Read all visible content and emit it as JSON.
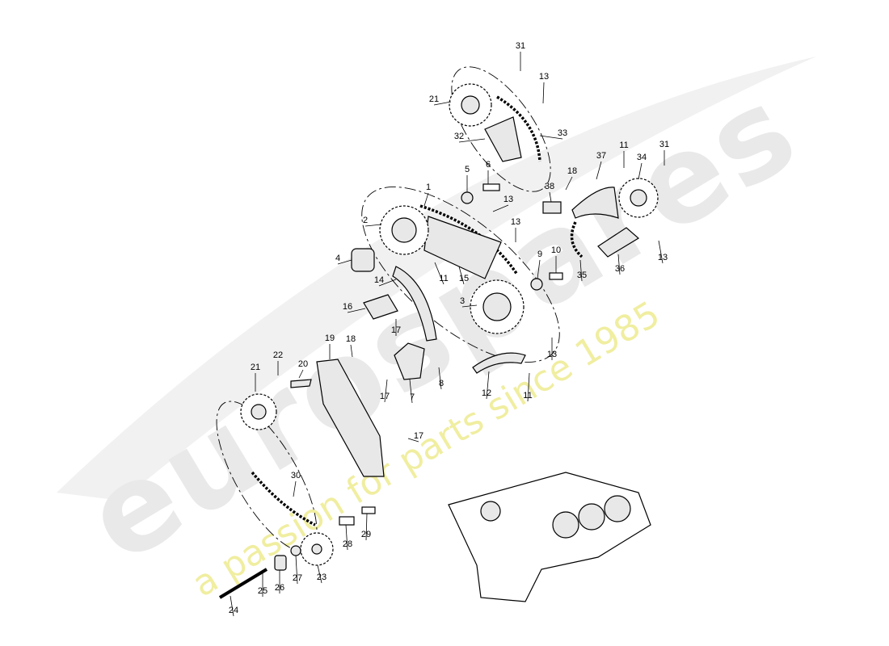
{
  "watermark": {
    "logo_text": "eurospares",
    "tagline": "a passion for parts since 1985"
  },
  "callouts": [
    {
      "id": "c1",
      "text": "1"
    },
    {
      "id": "c2",
      "text": "2"
    },
    {
      "id": "c3",
      "text": "3"
    },
    {
      "id": "c4",
      "text": "4"
    },
    {
      "id": "c5",
      "text": "5"
    },
    {
      "id": "c6",
      "text": "6"
    },
    {
      "id": "c7",
      "text": "7"
    },
    {
      "id": "c8",
      "text": "8"
    },
    {
      "id": "c9",
      "text": "9"
    },
    {
      "id": "c10",
      "text": "10"
    },
    {
      "id": "c11a",
      "text": "11"
    },
    {
      "id": "c11b",
      "text": "11"
    },
    {
      "id": "c11c",
      "text": "11"
    },
    {
      "id": "c12",
      "text": "12"
    },
    {
      "id": "c13a",
      "text": "13"
    },
    {
      "id": "c13b",
      "text": "13"
    },
    {
      "id": "c13c",
      "text": "13"
    },
    {
      "id": "c13d",
      "text": "13"
    },
    {
      "id": "c13e",
      "text": "13"
    },
    {
      "id": "c14",
      "text": "14"
    },
    {
      "id": "c15",
      "text": "15"
    },
    {
      "id": "c16",
      "text": "16"
    },
    {
      "id": "c17a",
      "text": "17"
    },
    {
      "id": "c17b",
      "text": "17"
    },
    {
      "id": "c17c",
      "text": "17"
    },
    {
      "id": "c18a",
      "text": "18"
    },
    {
      "id": "c18b",
      "text": "18"
    },
    {
      "id": "c19",
      "text": "19"
    },
    {
      "id": "c20",
      "text": "20"
    },
    {
      "id": "c21a",
      "text": "21"
    },
    {
      "id": "c21b",
      "text": "21"
    },
    {
      "id": "c22",
      "text": "22"
    },
    {
      "id": "c23",
      "text": "23"
    },
    {
      "id": "c24",
      "text": "24"
    },
    {
      "id": "c25",
      "text": "25"
    },
    {
      "id": "c26",
      "text": "26"
    },
    {
      "id": "c27",
      "text": "27"
    },
    {
      "id": "c28",
      "text": "28"
    },
    {
      "id": "c29",
      "text": "29"
    },
    {
      "id": "c30",
      "text": "30"
    },
    {
      "id": "c31a",
      "text": "31"
    },
    {
      "id": "c31b",
      "text": "31"
    },
    {
      "id": "c32",
      "text": "32"
    },
    {
      "id": "c33",
      "text": "33"
    },
    {
      "id": "c34",
      "text": "34"
    },
    {
      "id": "c35",
      "text": "35"
    },
    {
      "id": "c36",
      "text": "36"
    },
    {
      "id": "c37",
      "text": "37"
    },
    {
      "id": "c38",
      "text": "38"
    }
  ]
}
